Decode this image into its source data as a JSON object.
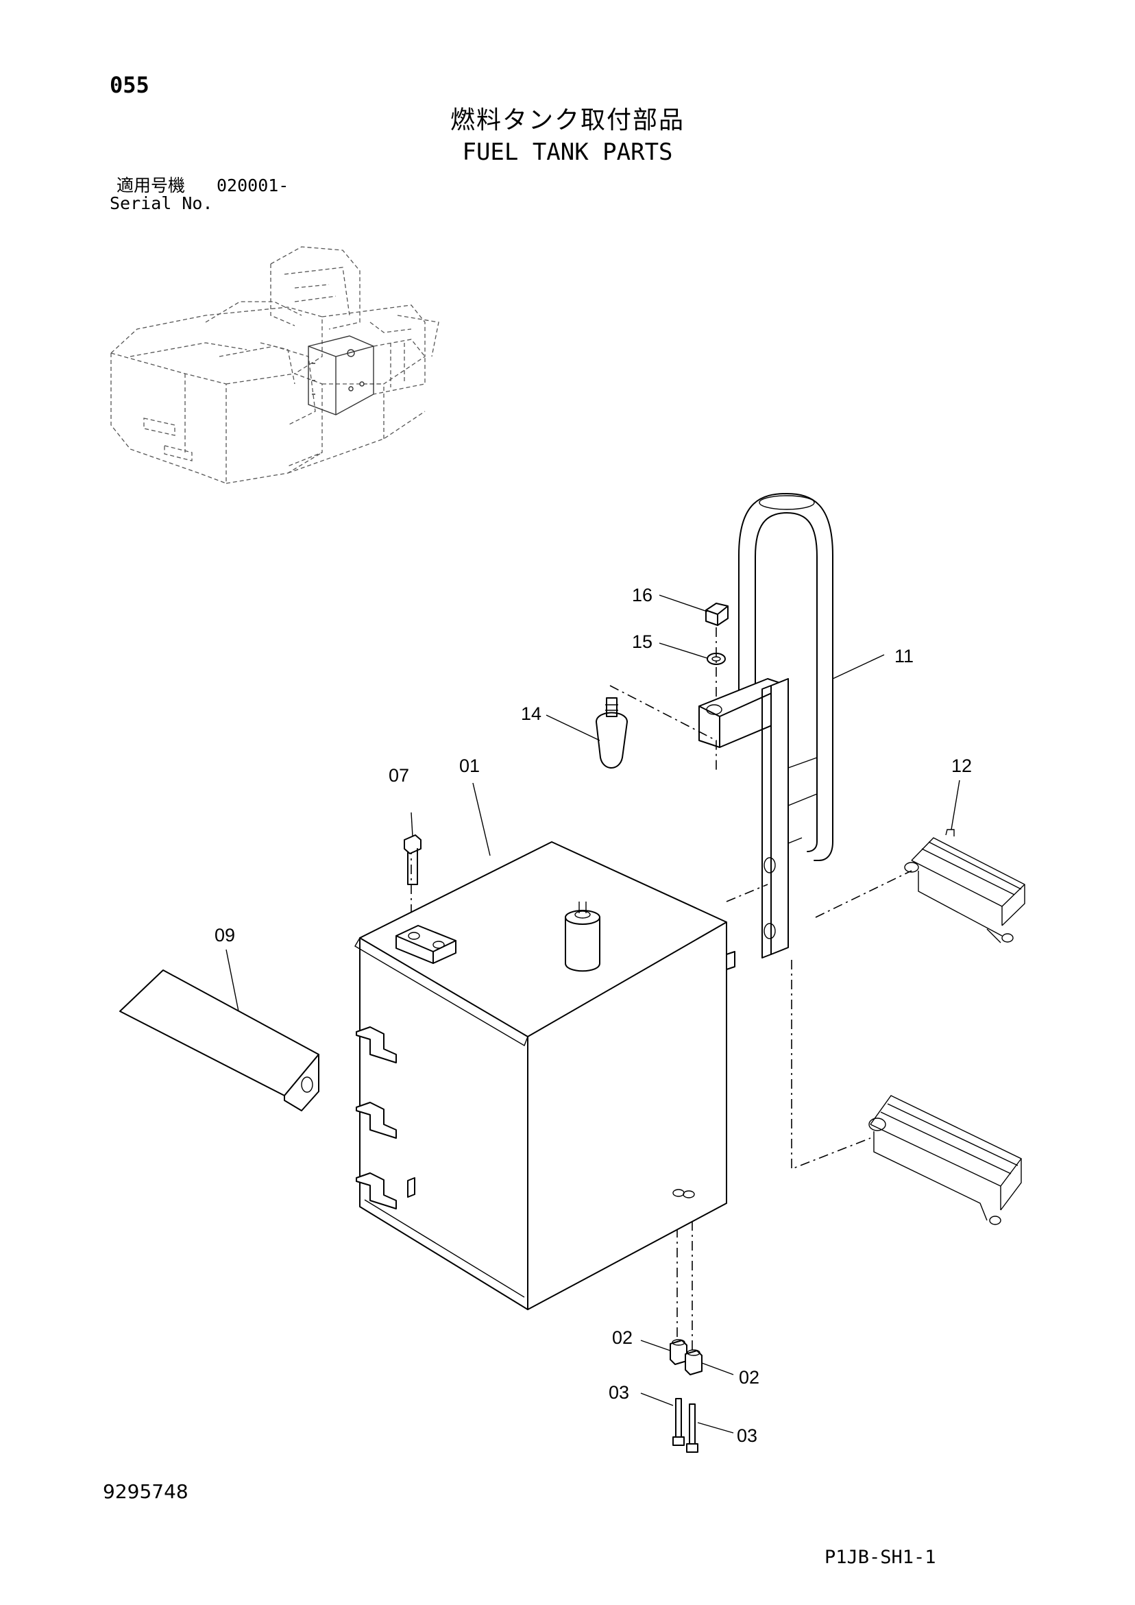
{
  "header": {
    "page_number": "055",
    "title_jp": "燃料タンク取付部品",
    "title_en": "FUEL TANK PARTS",
    "serial_label_jp": "適用号機",
    "serial_value": "020001-",
    "serial_label_en": "Serial No."
  },
  "callouts": [
    {
      "id": "16",
      "label": "16"
    },
    {
      "id": "15",
      "label": "15"
    },
    {
      "id": "11",
      "label": "11"
    },
    {
      "id": "14",
      "label": "14"
    },
    {
      "id": "07",
      "label": "07"
    },
    {
      "id": "01",
      "label": "01"
    },
    {
      "id": "12",
      "label": "12"
    },
    {
      "id": "09",
      "label": "09"
    },
    {
      "id": "02a",
      "label": "02"
    },
    {
      "id": "02b",
      "label": "02"
    },
    {
      "id": "03a",
      "label": "03"
    },
    {
      "id": "03b",
      "label": "03"
    }
  ],
  "footer": {
    "drawing_number": "9295748",
    "sheet_code": "P1JB-SH1-1"
  }
}
